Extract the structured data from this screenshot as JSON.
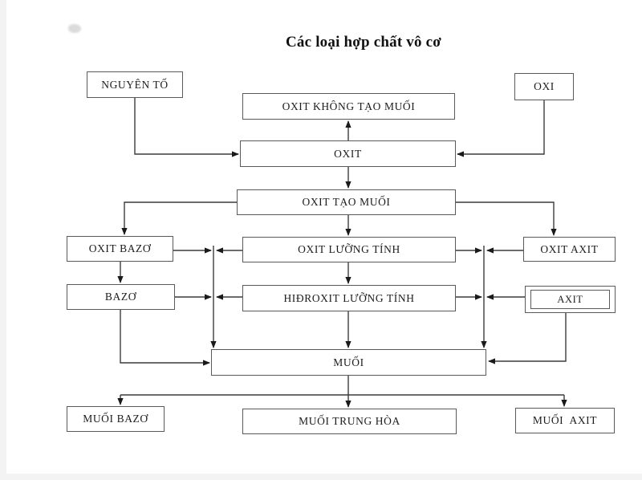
{
  "diagram": {
    "title": "Các loại hợp chất vô cơ",
    "nodes": {
      "nguyen_to": "NGUYÊN TỐ",
      "oxi": "OXI",
      "oxit_khong_tao_muoi": "OXIT KHÔNG TẠO MUỐI",
      "oxit": "OXIT",
      "oxit_tao_muoi": "OXIT TẠO MUỐI",
      "oxit_bazo": "OXIT BAZƠ",
      "oxit_luong_tinh": "OXIT LƯỠNG TÍNH",
      "oxit_axit": "OXIT AXIT",
      "bazo": "BAZƠ",
      "hidroxit_luong_tinh": "HIĐROXIT LƯỠNG TÍNH",
      "axit": "AXIT",
      "muoi": "MUỐI",
      "muoi_bazo": "MUỐI BAZƠ",
      "muoi_trung_hoa": "MUỐI TRUNG HÒA",
      "muoi_axit": "MUỐI  AXIT"
    },
    "edges": [
      {
        "from": "nguyen_to",
        "to": "oxit"
      },
      {
        "from": "oxi",
        "to": "oxit"
      },
      {
        "from": "oxit",
        "to": "oxit_khong_tao_muoi"
      },
      {
        "from": "oxit",
        "to": "oxit_tao_muoi"
      },
      {
        "from": "oxit_tao_muoi",
        "to": "oxit_bazo"
      },
      {
        "from": "oxit_tao_muoi",
        "to": "oxit_luong_tinh"
      },
      {
        "from": "oxit_tao_muoi",
        "to": "oxit_axit"
      },
      {
        "from": "oxit_bazo",
        "to": "bazo"
      },
      {
        "from": "oxit_luong_tinh",
        "to": "hidroxit_luong_tinh"
      },
      {
        "from": "oxit_bazo",
        "to": "muoi"
      },
      {
        "from": "oxit_luong_tinh",
        "to": "muoi"
      },
      {
        "from": "oxit_axit",
        "to": "muoi"
      },
      {
        "from": "bazo",
        "to": "muoi"
      },
      {
        "from": "hidroxit_luong_tinh",
        "to": "muoi"
      },
      {
        "from": "axit",
        "to": "muoi"
      },
      {
        "from": "muoi",
        "to": "muoi_bazo"
      },
      {
        "from": "muoi",
        "to": "muoi_trung_hoa"
      },
      {
        "from": "muoi",
        "to": "muoi_axit"
      }
    ]
  },
  "colors": {
    "background": "#ffffff",
    "box_border": "#5a5a5a",
    "line": "#3c3c3c",
    "arrow": "#1a1a1a",
    "text": "#1c1c1c"
  }
}
